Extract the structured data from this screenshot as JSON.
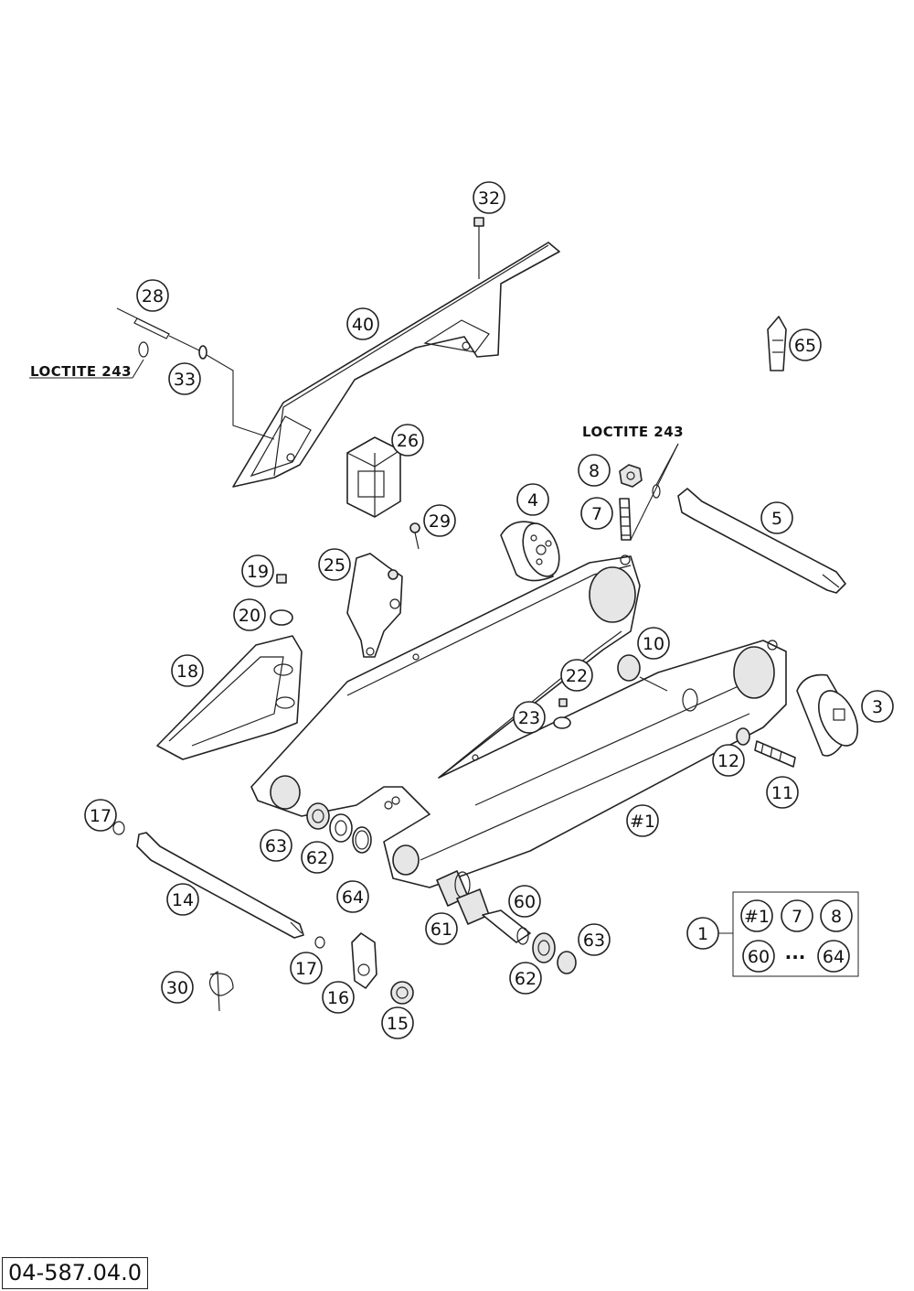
{
  "diagram": {
    "code": "04-587.04.0",
    "notes": [
      "LOCTITE 243",
      "LOCTITE 243"
    ],
    "callouts": [
      {
        "label": "32"
      },
      {
        "label": "28"
      },
      {
        "label": "40"
      },
      {
        "label": "33"
      },
      {
        "label": "65"
      },
      {
        "label": "26"
      },
      {
        "label": "8"
      },
      {
        "label": "7"
      },
      {
        "label": "4"
      },
      {
        "label": "5"
      },
      {
        "label": "29"
      },
      {
        "label": "19"
      },
      {
        "label": "25"
      },
      {
        "label": "20"
      },
      {
        "label": "10"
      },
      {
        "label": "18"
      },
      {
        "label": "22"
      },
      {
        "label": "3"
      },
      {
        "label": "23"
      },
      {
        "label": "12"
      },
      {
        "label": "11"
      },
      {
        "label": "#1"
      },
      {
        "label": "17"
      },
      {
        "label": "63"
      },
      {
        "label": "62"
      },
      {
        "label": "64"
      },
      {
        "label": "14"
      },
      {
        "label": "60"
      },
      {
        "label": "61"
      },
      {
        "label": "63"
      },
      {
        "label": "17"
      },
      {
        "label": "62"
      },
      {
        "label": "16"
      },
      {
        "label": "30"
      },
      {
        "label": "15"
      },
      {
        "label": "1"
      }
    ],
    "assembly_group": {
      "items": [
        {
          "label": "#1"
        },
        {
          "label": "7"
        },
        {
          "label": "8"
        },
        {
          "label": "60"
        },
        {
          "label": "64"
        }
      ],
      "ellipsis": "..."
    }
  }
}
